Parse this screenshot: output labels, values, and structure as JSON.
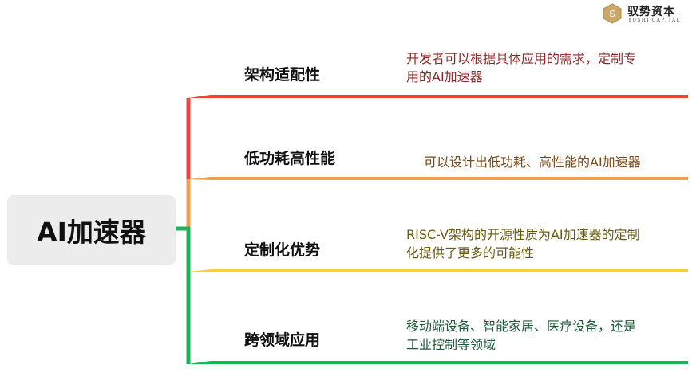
{
  "logo": {
    "name_cn": "驭势资本",
    "name_en": "YUSHI CAPITAL"
  },
  "root": {
    "label": "AI加速器"
  },
  "branches": [
    {
      "label": "架构适配性",
      "desc_lines": [
        "开发者可以根据具体应用的需求，定制专",
        "用的AI加速器"
      ],
      "color": "#e8453c"
    },
    {
      "label": "低功耗高性能",
      "desc_lines": [
        "可以设计出低功耗、高性能的AI加速器"
      ],
      "color": "#f0a04b"
    },
    {
      "label": "定制化优势",
      "desc_lines": [
        "RISC-V架构的开源性质为AI加速器的定制",
        "化提供了更多的可能性"
      ],
      "color": "#f2d23a"
    },
    {
      "label": "跨领域应用",
      "desc_lines": [
        "移动端设备、智能家居、医疗设备，还是",
        "工业控制等领域"
      ],
      "color": "#1fb25a"
    }
  ]
}
